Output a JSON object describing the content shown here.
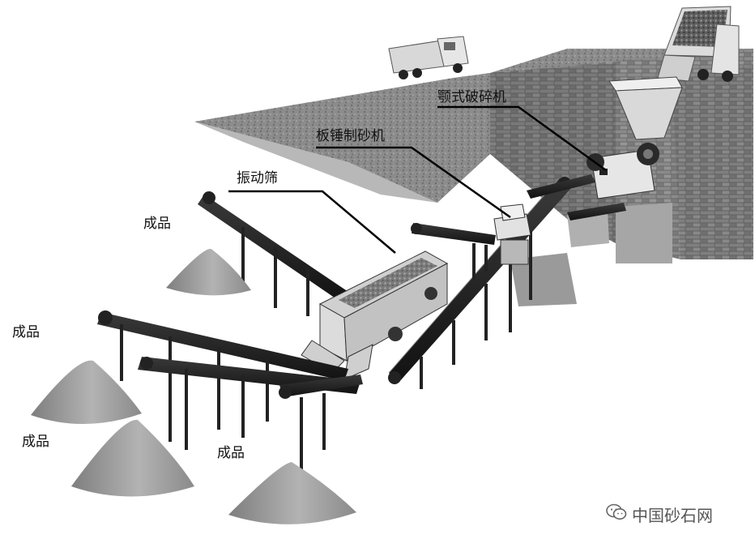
{
  "labels": {
    "jaw_crusher": "颚式破碎机",
    "hammer_sand_maker": "板锤制砂机",
    "vibrating_screen": "振动筛",
    "product_1": "成品",
    "product_2": "成品",
    "product_3": "成品",
    "product_4": "成品"
  },
  "watermark": {
    "text": "中国砂石网",
    "icon": "wechat-icon"
  }
}
